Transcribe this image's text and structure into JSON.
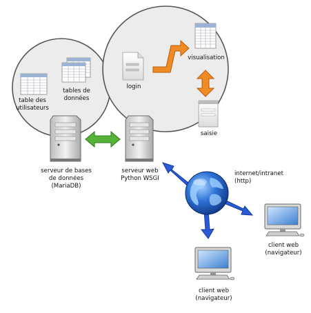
{
  "labels": {
    "table_users": [
      "table des",
      "utilisateurs"
    ],
    "tables_data": [
      "tables de",
      "données"
    ],
    "login": "login",
    "visualisation": "visualisation",
    "saisie": "saisie",
    "db_server": [
      "serveur de bases",
      "de données",
      "(MariaDB)"
    ],
    "web_server": [
      "serveur web",
      "Python WSGI"
    ],
    "internet": [
      "internet/intranet",
      "(http)"
    ],
    "client_right": [
      "client web",
      "(navigateur)"
    ],
    "client_bottom": [
      "client web",
      "(navigateur)"
    ]
  },
  "colors": {
    "circle_fill": "#ececec",
    "circle_stroke": "#555555",
    "orange": "#f08a24",
    "green": "#3f9a2e",
    "blue": "#1f4fb8",
    "globe": "#2f73d6"
  },
  "icons": [
    "spreadsheet-icon",
    "document-icon",
    "server-icon",
    "globe-icon",
    "computer-icon"
  ]
}
